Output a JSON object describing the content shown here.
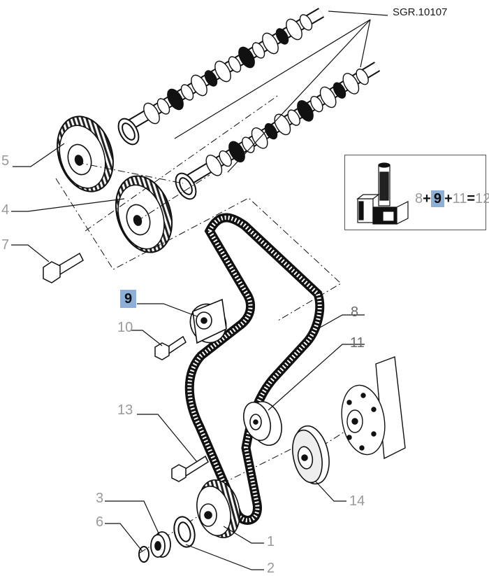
{
  "drawing": {
    "ref_code": "SGR.10107"
  },
  "callouts": [
    {
      "id": "c1",
      "label": "1"
    },
    {
      "id": "c2",
      "label": "2"
    },
    {
      "id": "c3",
      "label": "3"
    },
    {
      "id": "c4",
      "label": "4"
    },
    {
      "id": "c5",
      "label": "5"
    },
    {
      "id": "c6",
      "label": "6"
    },
    {
      "id": "c7",
      "label": "7"
    },
    {
      "id": "c8",
      "label": "8"
    },
    {
      "id": "c9",
      "label": "9",
      "selected": true
    },
    {
      "id": "c10",
      "label": "10"
    },
    {
      "id": "c11",
      "label": "11"
    },
    {
      "id": "c12",
      "label": "13"
    },
    {
      "id": "c13",
      "label": "14"
    }
  ],
  "kit": {
    "icon": "kit-packages-icon",
    "equation": {
      "a": "8",
      "plus1": "+",
      "b": "9",
      "plus2": "+",
      "c": "11",
      "equals": "=",
      "result": "12"
    }
  },
  "colors": {
    "highlight": "#8fb0d6",
    "label_grey": "#9a9a9a",
    "line": "#111111"
  }
}
